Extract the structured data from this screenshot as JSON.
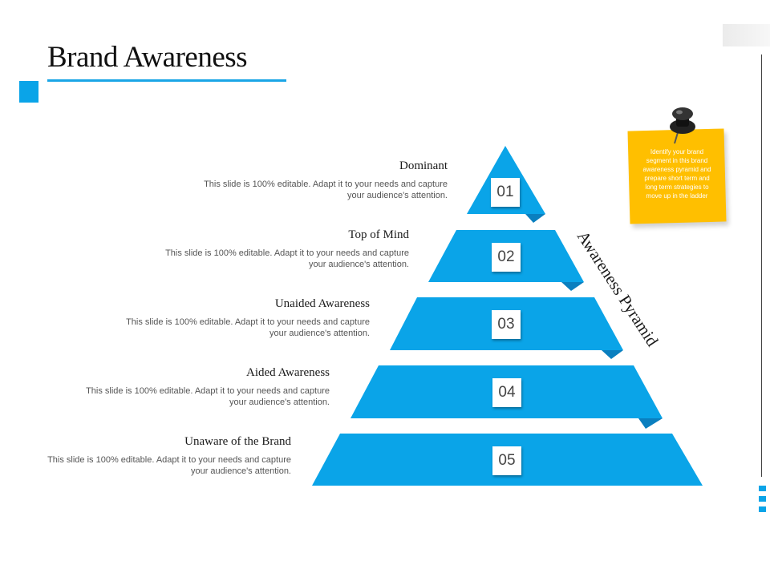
{
  "title": "Brand Awareness",
  "side_label": "Awareness Pyramid",
  "note": {
    "text": "Identify your brand segment in this brand awareness pyramid and prepare short term and long term strategies to move up in the ladder"
  },
  "colors": {
    "accent": "#0AA4E8",
    "pyramid": "#0AA4E8",
    "fold": "#0A7FBF",
    "note": "#FFBF00"
  },
  "tiers": [
    {
      "number": "01",
      "label": "Dominant",
      "description": "This slide is 100% editable. Adapt it to your needs and capture your audience's attention."
    },
    {
      "number": "02",
      "label": "Top of Mind",
      "description": "This slide is 100% editable. Adapt it to your needs and capture your audience's attention."
    },
    {
      "number": "03",
      "label": "Unaided Awareness",
      "description": "This slide is 100% editable. Adapt it to your needs and capture your audience's attention."
    },
    {
      "number": "04",
      "label": "Aided Awareness",
      "description": "This slide is 100% editable. Adapt it to your needs and capture your audience's attention."
    },
    {
      "number": "05",
      "label": "Unaware of the Brand",
      "description": "This slide is 100% editable. Adapt it to your needs and capture your audience's attention."
    }
  ]
}
